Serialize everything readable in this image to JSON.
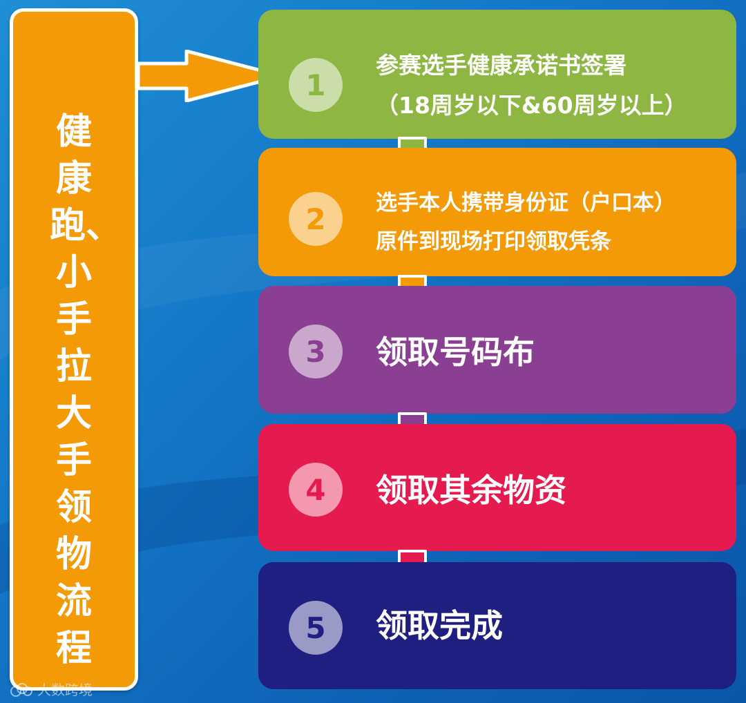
{
  "title": "健康跑、小手拉大手领物流程",
  "steps": [
    {
      "number": "1",
      "lines": [
        "参赛选手健康承诺书签署",
        "（18周岁以下&60周岁以上）"
      ],
      "color": "#8db642"
    },
    {
      "number": "2",
      "lines": [
        "选手本人携带身份证（户口本）",
        "原件到现场打印领取凭条"
      ],
      "color": "#f39a06"
    },
    {
      "number": "3",
      "lines": [
        "领取号码布"
      ],
      "color": "#8a3f92"
    },
    {
      "number": "4",
      "lines": [
        "领取其余物资"
      ],
      "color": "#e51b4f"
    },
    {
      "number": "5",
      "lines": [
        "领取完成"
      ],
      "color": "#1f1f82"
    }
  ],
  "watermark": {
    "text": "大数跨境",
    "icon": "cloud-logo-icon"
  },
  "colors": {
    "background": "#1478c8",
    "title_bar": "#f39a06",
    "border": "#ffffff"
  }
}
